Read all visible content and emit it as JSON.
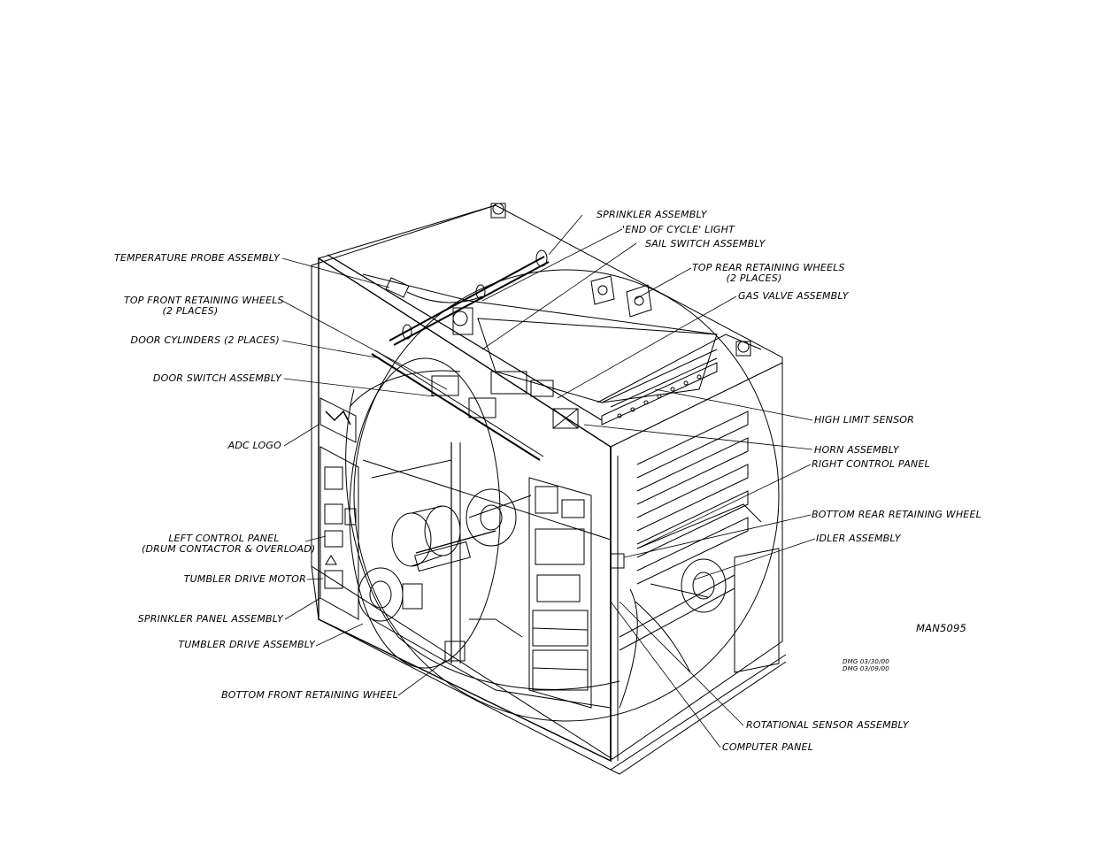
{
  "labels": {
    "sprinkler_assembly": "SPRINKLER ASSEMBLY",
    "end_of_cycle_light": "'END OF CYCLE' LIGHT",
    "sail_switch_assembly": "SAIL SWITCH ASSEMBLY",
    "temperature_probe_assembly": "TEMPERATURE PROBE ASSEMBLY",
    "top_rear_retaining_wheels": "TOP REAR RETAINING WHEELS",
    "top_rear_retaining_wheels_note": "(2 PLACES)",
    "gas_valve_assembly": "GAS VALVE ASSEMBLY",
    "top_front_retaining_wheels": "TOP FRONT RETAINING WHEELS",
    "top_front_retaining_wheels_note": "(2 PLACES)",
    "door_cylinders": "DOOR CYLINDERS (2 PLACES)",
    "door_switch_assembly": "DOOR SWITCH ASSEMBLY",
    "high_limit_sensor": "HIGH LIMIT SENSOR",
    "adc_logo": "ADC LOGO",
    "horn_assembly": "HORN ASSEMBLY",
    "right_control_panel": "RIGHT CONTROL PANEL",
    "bottom_rear_retaining_wheel": "BOTTOM REAR RETAINING WHEEL",
    "idler_assembly": "IDLER ASSEMBLY",
    "left_control_panel": "LEFT CONTROL PANEL",
    "left_control_panel_note": "(DRUM CONTACTOR & OVERLOAD)",
    "tumbler_drive_motor": "TUMBLER DRIVE MOTOR",
    "sprinkler_panel_assembly": "SPRINKLER PANEL ASSEMBLY",
    "tumbler_drive_assembly": "TUMBLER DRIVE ASSEMBLY",
    "bottom_front_retaining_wheel": "BOTTOM FRONT RETAINING WHEEL",
    "rotational_sensor_assembly": "ROTATIONAL SENSOR ASSEMBLY",
    "computer_panel": "COMPUTER PANEL"
  },
  "drawing_id": "MAN5095",
  "revisions": [
    "DMG 03/30/00",
    "DMG 03/09/00"
  ],
  "colors": {
    "line": "#000000",
    "background": "#ffffff"
  }
}
